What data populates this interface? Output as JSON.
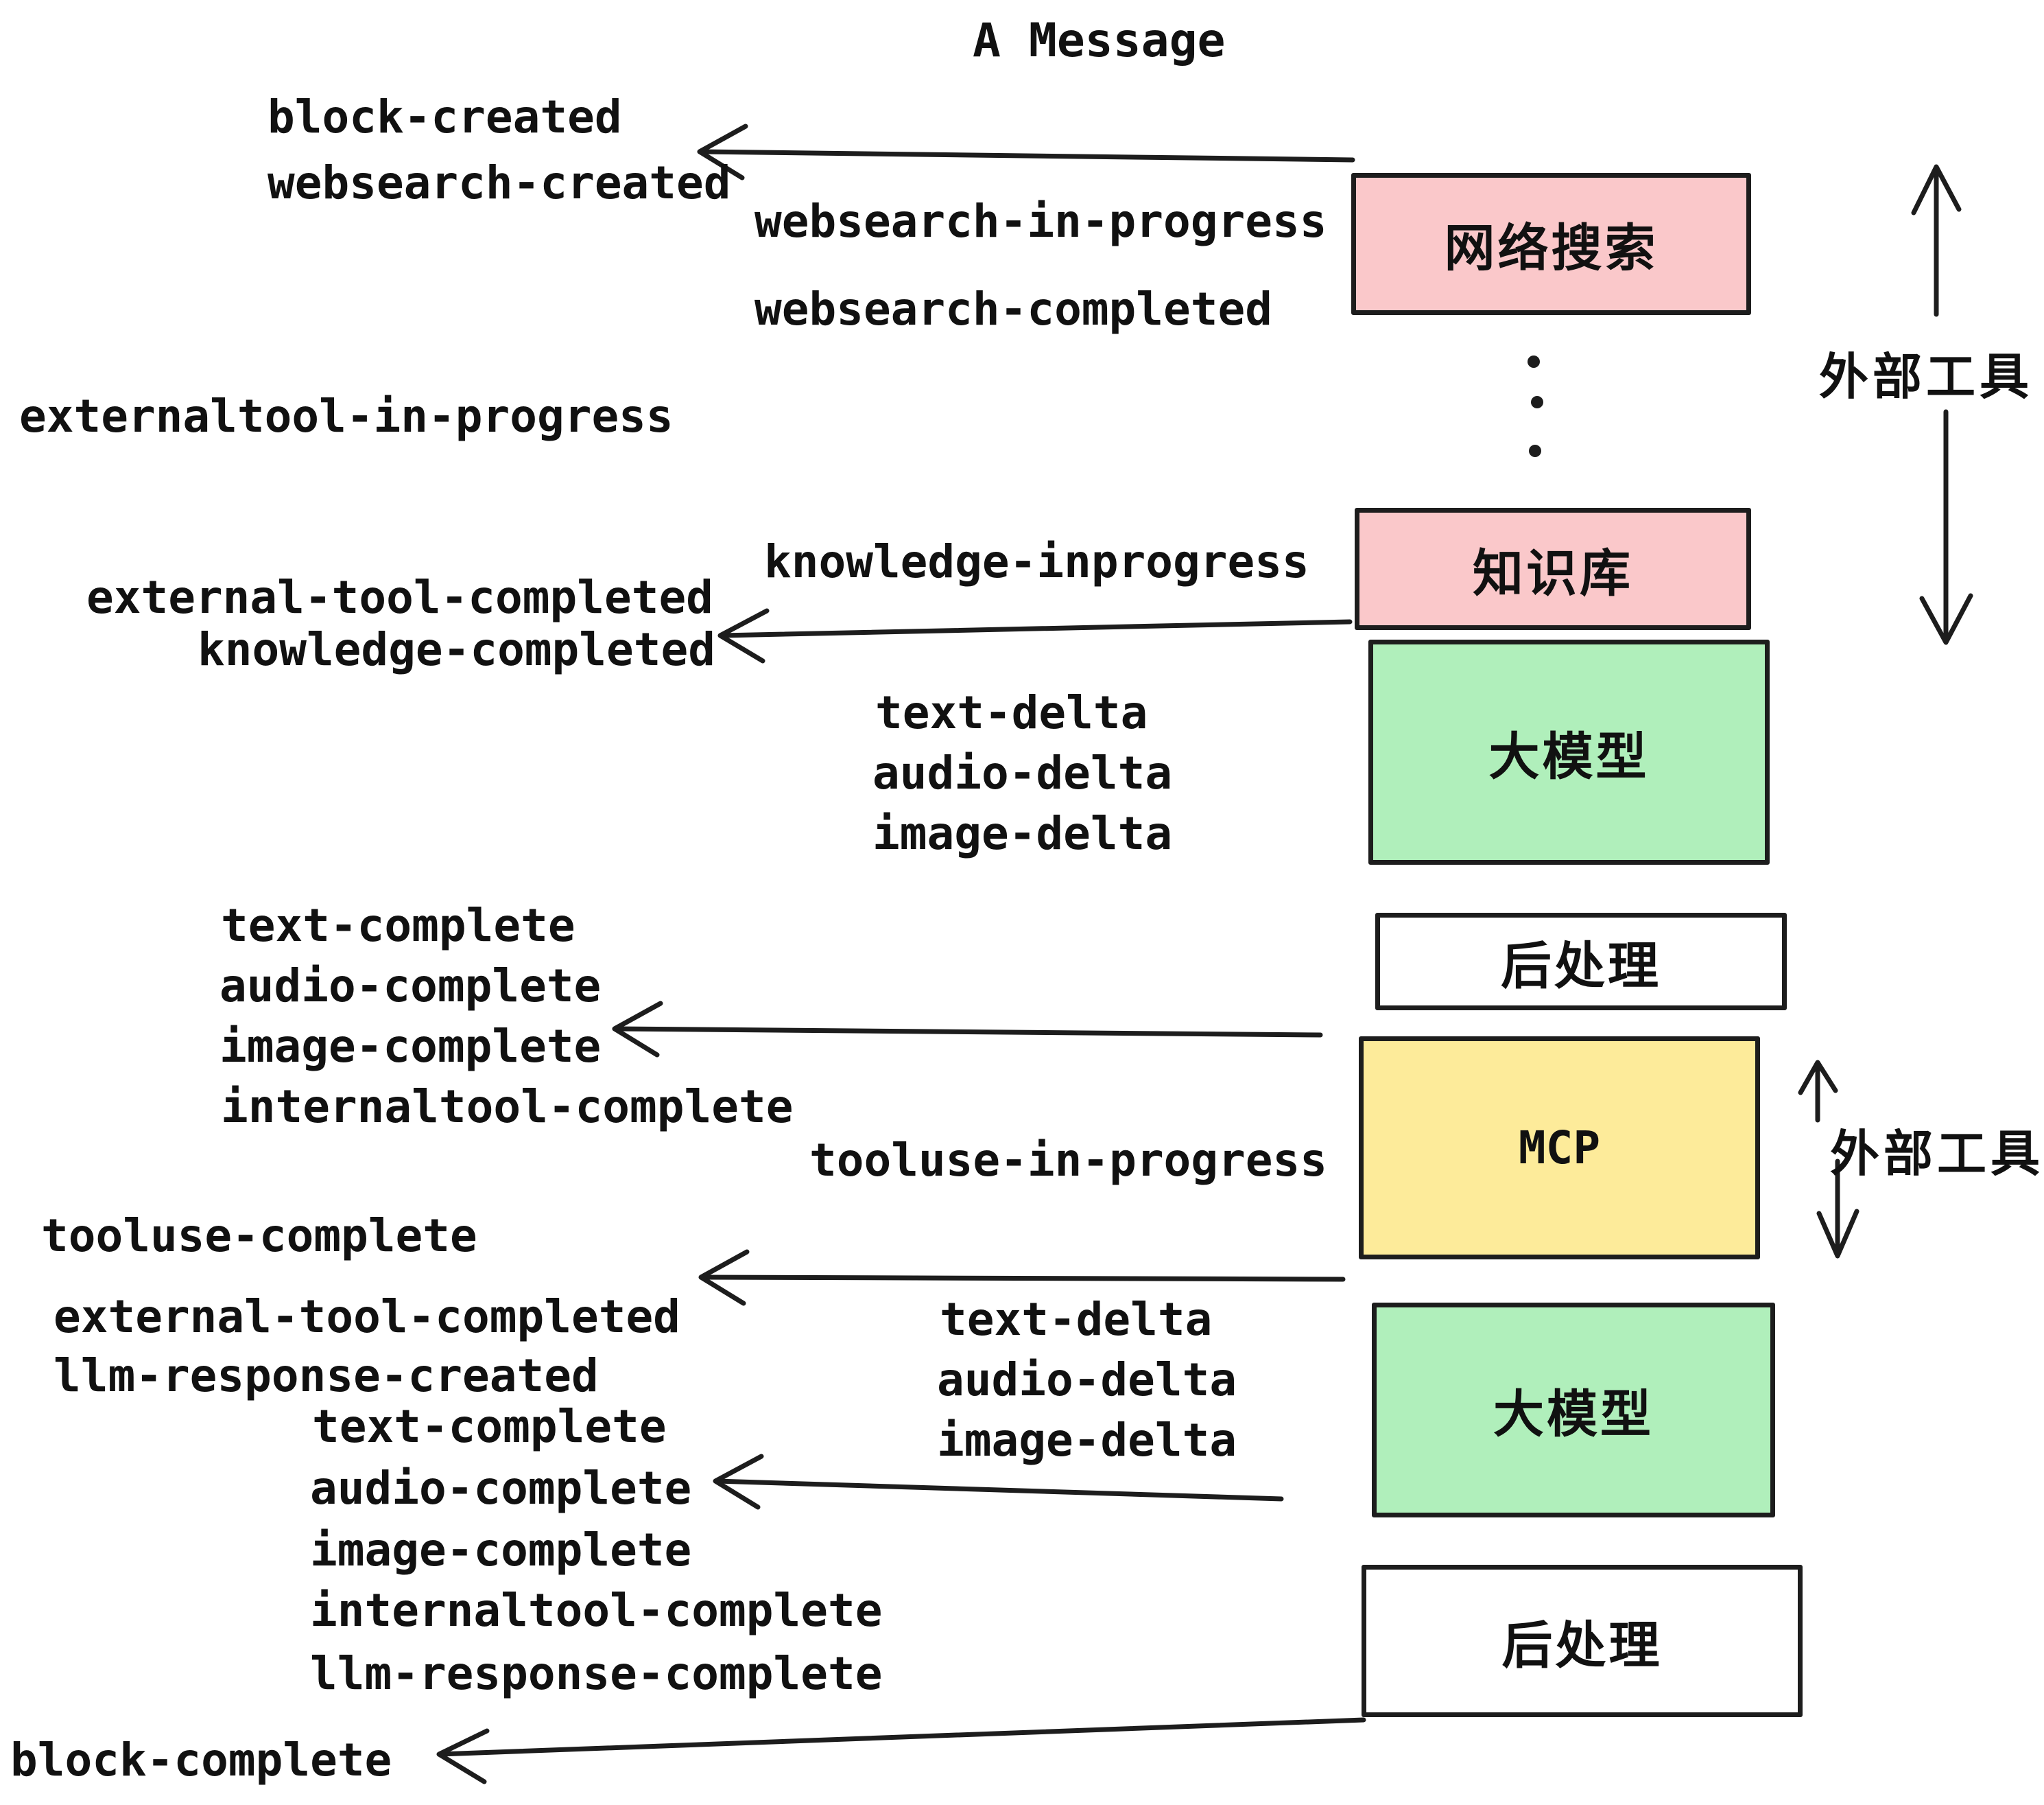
{
  "title": "A Message",
  "palette": {
    "pink": "#fac8ca",
    "green": "#b0efbb",
    "yellow": "#fdeb9a",
    "stroke": "#1d1d1d",
    "text": "#111111"
  },
  "nodes": {
    "web_search": "网络搜索",
    "knowledge_base": "知识库",
    "llm": "大模型",
    "post_process": "后处理",
    "mcp": "MCP"
  },
  "side_labels": {
    "external_tools": "外部工具"
  },
  "events": {
    "block_created": "block-created",
    "websearch_created": "websearch-created",
    "websearch_in_progress": "websearch-in-progress",
    "websearch_completed": "websearch-completed",
    "externaltool_in_progress": "externaltool-in-progress",
    "knowledge_inprogress": "knowledge-inprogress",
    "external_tool_completed": "external-tool-completed",
    "knowledge_completed": "knowledge-completed",
    "text_delta": "text-delta",
    "audio_delta": "audio-delta",
    "image_delta": "image-delta",
    "text_complete": "text-complete",
    "audio_complete": "audio-complete",
    "image_complete": "image-complete",
    "internaltool_complete": "internaltool-complete",
    "tooluse_in_progress": "tooluse-in-progress",
    "tooluse_complete": "tooluse-complete",
    "llm_response_created": "llm-response-created",
    "llm_response_complete": "llm-response-complete",
    "block_complete": "block-complete"
  }
}
